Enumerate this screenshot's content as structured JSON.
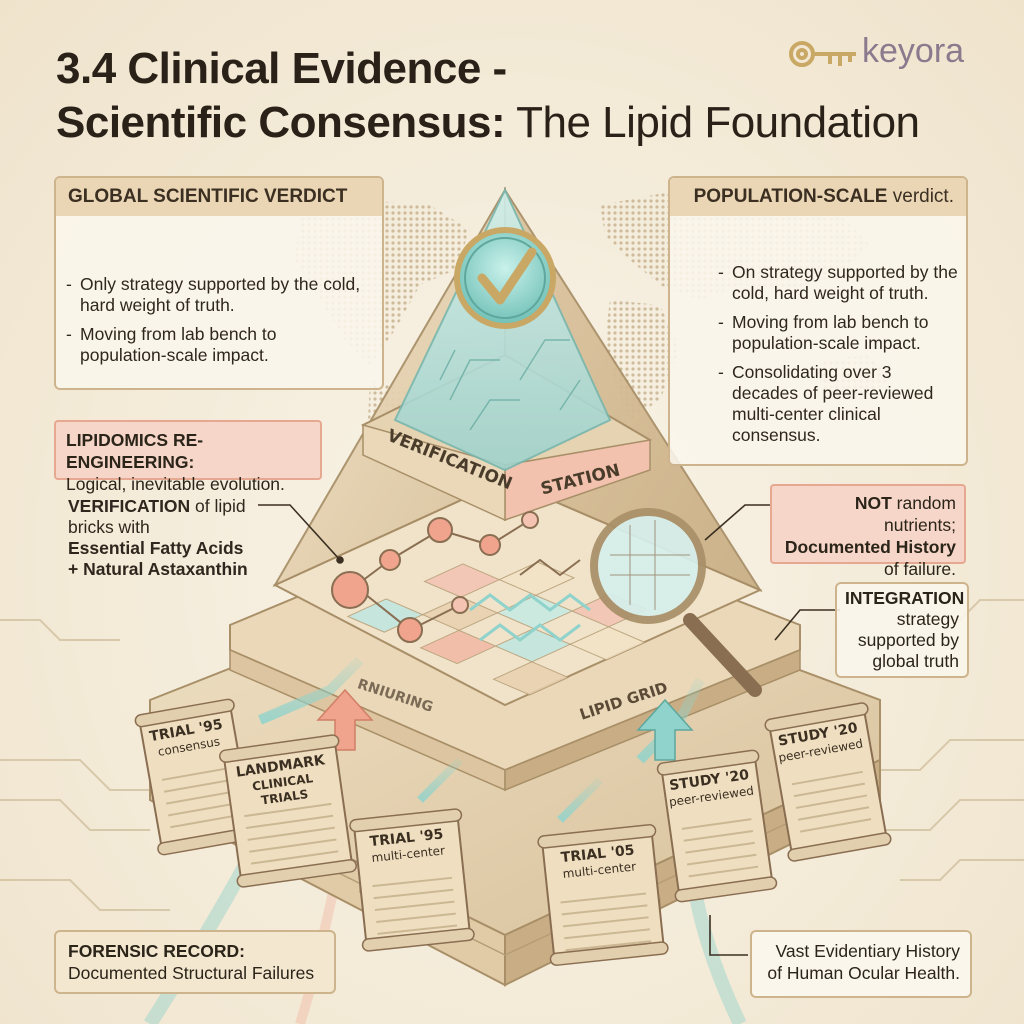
{
  "title": {
    "line1": "3.4 Clinical Evidence -",
    "line2_bold": "Scientific Consensus:",
    "line2_light": " The Lipid Foundation"
  },
  "brand": {
    "name": "keyora",
    "icon": "key-icon",
    "color": "#8b7a8e"
  },
  "panels": {
    "global_verdict": {
      "heading": "GLOBAL SCIENTIFIC VERDICT",
      "bullets": [
        "Only strategy supported by the cold, hard weight of truth.",
        "Moving from lab bench to population-scale impact."
      ]
    },
    "population_verdict": {
      "heading_bold": "POPULATION-SCALE",
      "heading_rest": " verdict.",
      "bullets": [
        "On strategy supported by the cold, hard weight of truth.",
        "Moving from lab bench to population-scale impact.",
        "Consolidating over 3 decades of peer-reviewed multi-center clinical consensus."
      ]
    },
    "lipidomics": {
      "heading": "LIPIDOMICS RE-ENGINEERING:",
      "text": "Logical, inevitable evolution."
    },
    "forensic": {
      "heading": "FORENSIC RECORD:",
      "text": "Documented Structural Failures"
    },
    "vast_history": {
      "line1": "Vast Evidentiary History",
      "line2": "of Human Ocular Health."
    }
  },
  "callouts": {
    "verification": {
      "bold": "VERIFICATION",
      "rest": " of lipid bricks with",
      "line3": "Essential Fatty Acids",
      "line4": "+ Natural Astaxanthin"
    },
    "not_random": {
      "bold": "NOT",
      "rest": " random nutrients;",
      "line2": "Documented History",
      "line3": "of failure."
    },
    "integration": {
      "bold": "INTEGRATION",
      "line2": "strategy",
      "line3": "supported by",
      "line4": "global truth"
    }
  },
  "pyramid": {
    "band_left": "VERIFICATION",
    "band_right": "STATION",
    "grid_label": "LIPID GRID",
    "grid_label_left": "RNIURING",
    "check_icon": "checkmark-icon",
    "magnifier_icon": "magnifier-icon"
  },
  "scrolls": [
    {
      "line1": "TRIAL '95",
      "line2": "consensus"
    },
    {
      "line1": "LANDMARK",
      "line2": "CLINICAL TRIALS"
    },
    {
      "line1": "TRIAL '95",
      "line2": "multi-center"
    },
    {
      "line1": "TRIAL '05",
      "line2": "multi-center"
    },
    {
      "line1": "STUDY '20",
      "line2": "peer-reviewed"
    },
    {
      "line1": "STUDY '20",
      "line2": "peer-reviewed"
    }
  ],
  "colors": {
    "background": "#f6f0e2",
    "stone": "#e2cfae",
    "accent_teal": "#8fd3cc",
    "accent_coral": "#f0a48e",
    "panel_border": "#cdb48d"
  }
}
